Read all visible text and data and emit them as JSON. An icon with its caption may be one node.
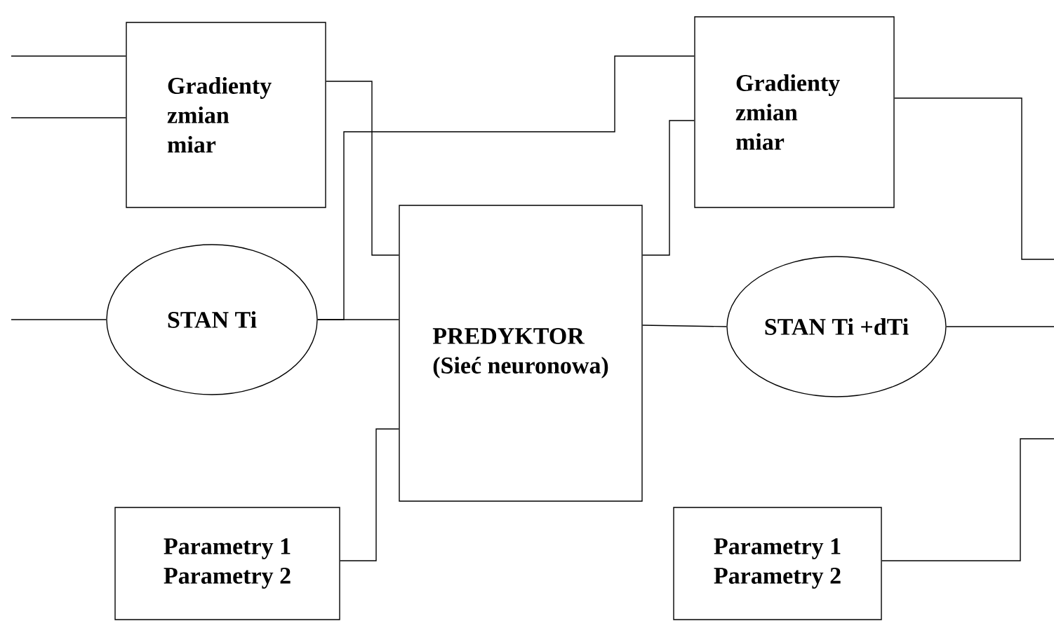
{
  "diagram": {
    "nodes": [
      {
        "text": [
          "Gradienty zmian miar"
        ]
      },
      {
        "text": [
          "STAN Ti"
        ]
      },
      {
        "text": [
          "PREDYKTOR",
          "(Sieć neuronowa)"
        ]
      },
      {
        "text": [
          "Parametry 1",
          "Parametry 2"
        ]
      },
      {
        "text": [
          "Gradienty zmian miar"
        ]
      },
      {
        "text": [
          "STAN Ti +dTi"
        ]
      },
      {
        "text": [
          "Parametry 1",
          "Parametry 2"
        ]
      }
    ],
    "edges": [
      {
        "from": null,
        "to": 0,
        "arrow": "none"
      },
      {
        "from": null,
        "to": 0,
        "arrow": "none"
      },
      {
        "from": null,
        "to": 1,
        "arrow": "none"
      },
      {
        "from": 0,
        "to": 2,
        "arrow": "none"
      },
      {
        "from": 1,
        "to": 2,
        "arrow": "none"
      },
      {
        "from": 1,
        "to": 4,
        "arrow": "none"
      },
      {
        "from": 3,
        "to": 2,
        "arrow": "none"
      },
      {
        "from": 2,
        "to": 4,
        "arrow": "none"
      },
      {
        "from": 2,
        "to": 5,
        "arrow": "none"
      },
      {
        "from": 4,
        "to": null,
        "arrow": "none"
      },
      {
        "from": 5,
        "to": null,
        "arrow": "none"
      },
      {
        "from": 6,
        "to": null,
        "arrow": "none"
      }
    ]
  }
}
